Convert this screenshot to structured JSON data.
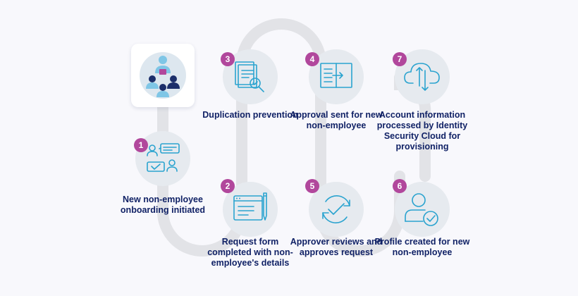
{
  "steps": [
    {
      "number": "1",
      "label": "New non-employee onboarding initiated",
      "icon": "users-chat-icon"
    },
    {
      "number": "2",
      "label": "Request form completed with non-employee's details",
      "icon": "form-pencil-icon"
    },
    {
      "number": "3",
      "label": "Duplication prevention",
      "icon": "documents-search-icon"
    },
    {
      "number": "4",
      "label": "Approval sent for new non-employee",
      "icon": "book-arrow-icon"
    },
    {
      "number": "5",
      "label": "Approver reviews and approves request",
      "icon": "refresh-check-icon"
    },
    {
      "number": "6",
      "label": "Profile created for new non-employee",
      "icon": "user-check-icon"
    },
    {
      "number": "7",
      "label": "Account information processed by Identity Security Cloud for provisioning",
      "icon": "cloud-sync-icon"
    }
  ],
  "hero": {
    "icon": "team-hierarchy-icon"
  },
  "colors": {
    "badge": "#b1479c",
    "label_text": "#112266",
    "icon_blue": "#2aa3cf",
    "circle_bg": "#e6eaef",
    "track": "#e2e3e7",
    "hero_navy": "#1c2f6b",
    "hero_light": "#7fc6e6"
  }
}
